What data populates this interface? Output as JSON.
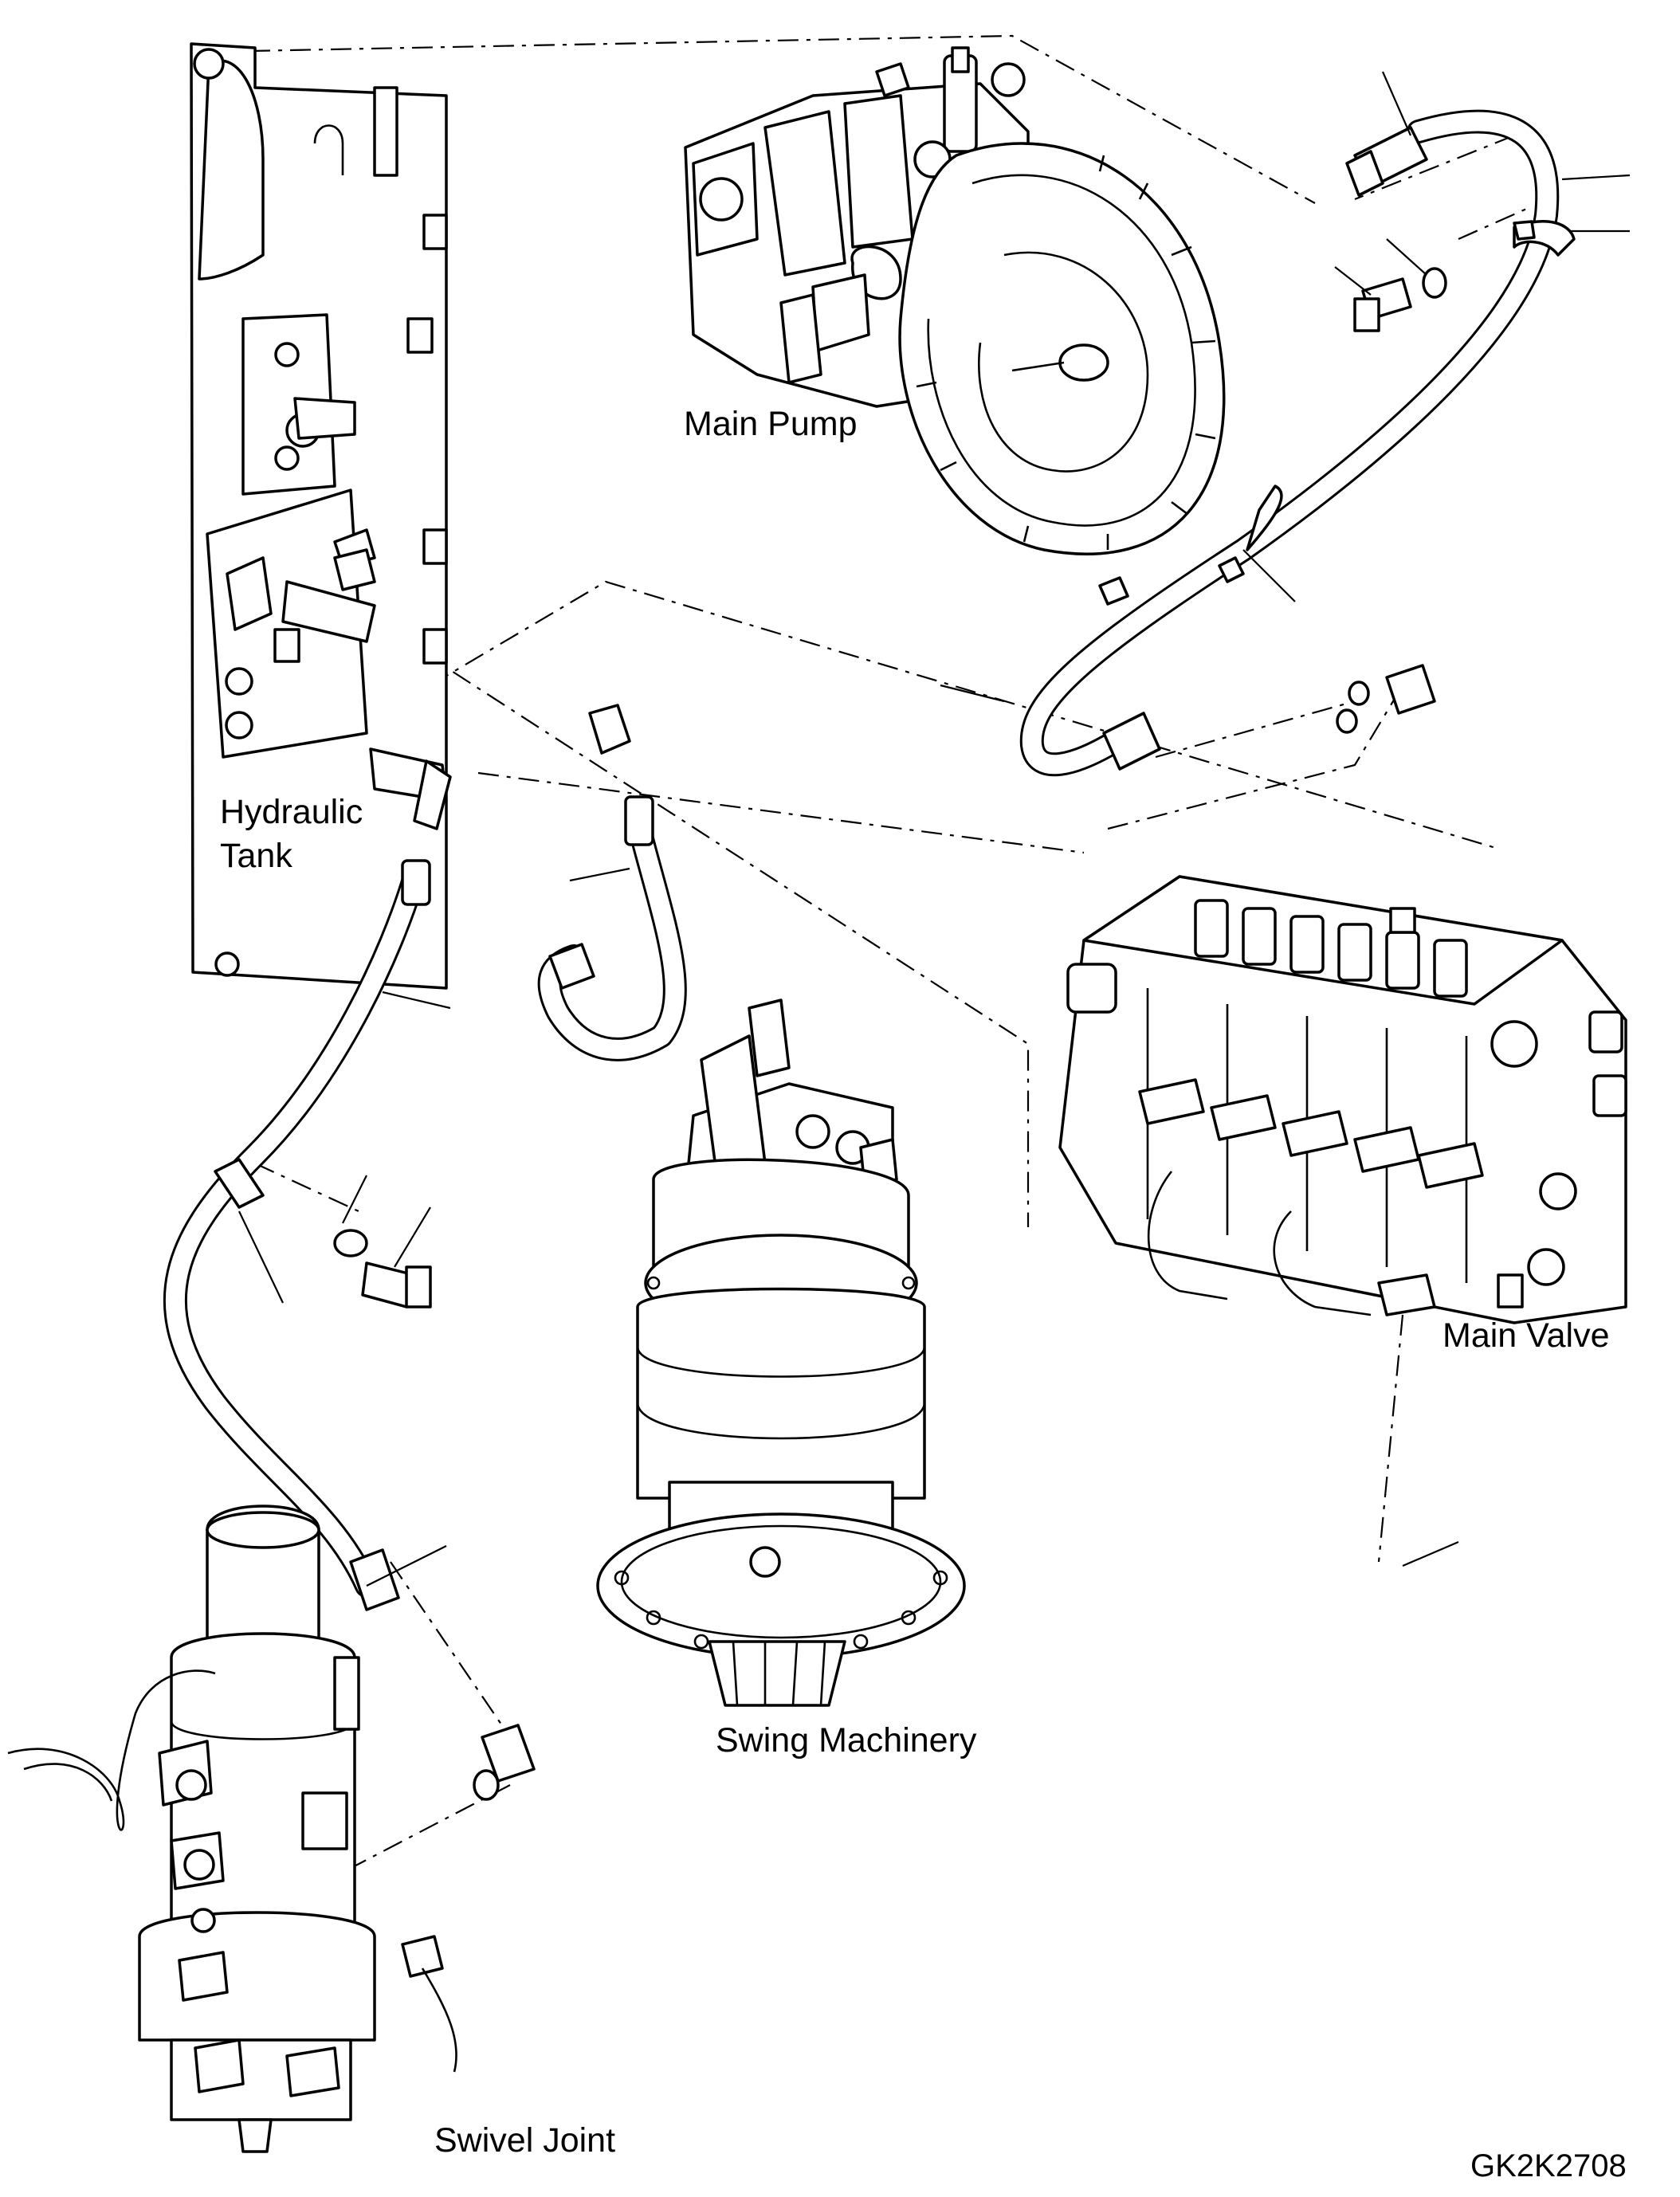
{
  "labels": {
    "main_pump": "Main Pump",
    "hydraulic_tank_line1": "Hydraulic",
    "hydraulic_tank_line2": "Tank",
    "main_valve": "Main Valve",
    "swing_machinery": "Swing Machinery",
    "swivel_joint": "Swivel Joint",
    "drawing_code": "GK2K2708"
  }
}
